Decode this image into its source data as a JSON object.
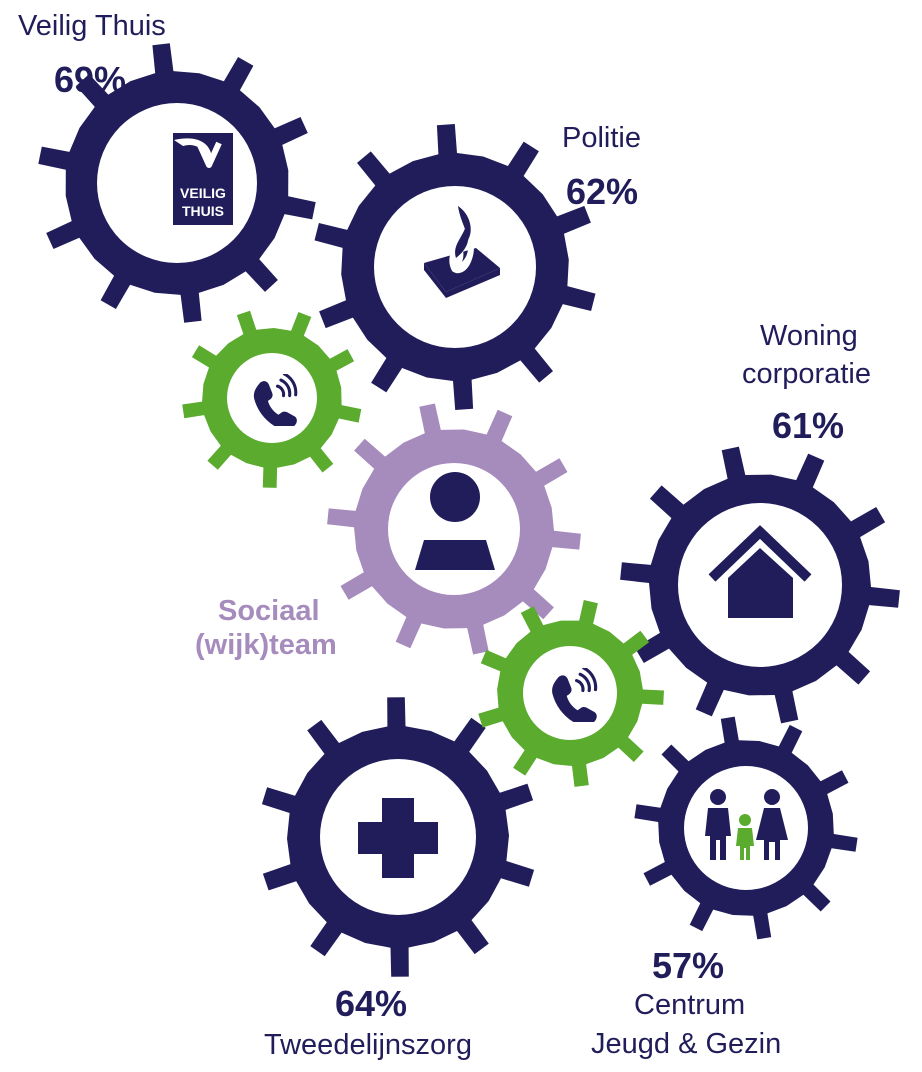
{
  "colors": {
    "navy": "#211d5b",
    "green": "#5aab2e",
    "lavender": "#a68bbd",
    "white": "#ffffff"
  },
  "veilig_thuis": {
    "name": "Veilig Thuis",
    "percentage": "69%",
    "logo_text_1": "VEILIG",
    "logo_text_2": "THUIS",
    "icon": "veilig-thuis-logo-icon"
  },
  "politie": {
    "name": "Politie",
    "percentage": "62%",
    "icon": "police-logo-icon"
  },
  "woningcorporatie": {
    "name_line1": "Woning",
    "name_line2": "corporatie",
    "percentage": "61%",
    "icon": "house-icon"
  },
  "sociaal_team": {
    "name_line1": "Sociaal",
    "name_line2": "(wijk)team",
    "icon": "person-icon"
  },
  "tweedelijnszorg": {
    "name": "Tweedelijnszorg",
    "percentage": "64%",
    "icon": "plus-cross-icon"
  },
  "cjg": {
    "name_line1": "Centrum",
    "name_line2": "Jeugd & Gezin",
    "percentage": "57%",
    "icon": "family-icon"
  },
  "connectors": [
    {
      "icon": "phone-icon"
    },
    {
      "icon": "phone-icon"
    }
  ]
}
